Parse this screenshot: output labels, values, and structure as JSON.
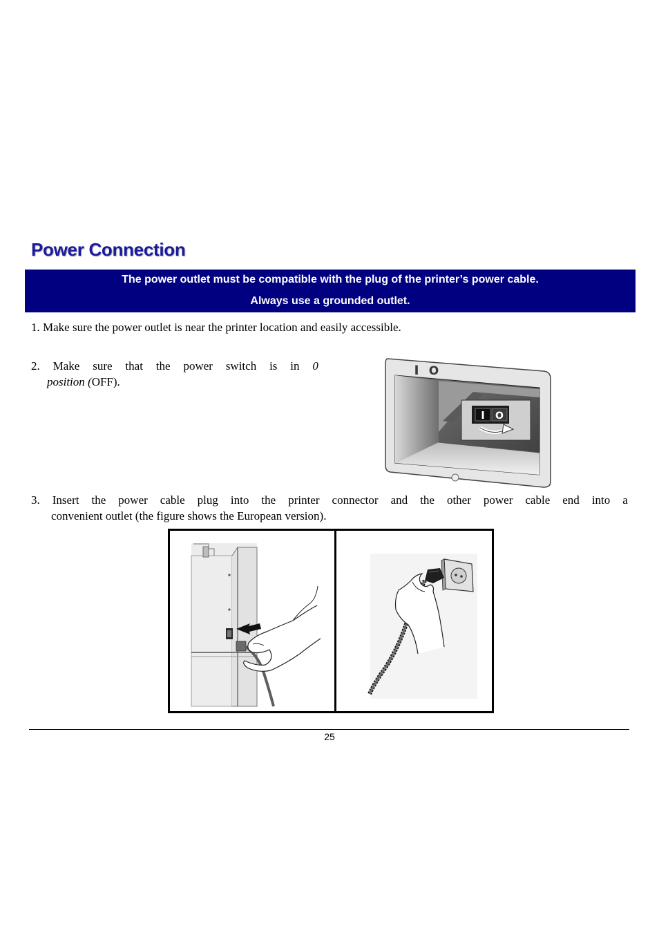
{
  "page": {
    "title": "Power Connection",
    "notice": {
      "line1": "The power outlet must be compatible with the plug of the printer’s power cable.",
      "line2": "Always use a grounded outlet."
    },
    "steps": [
      {
        "number": "1.",
        "text": "Make sure the power outlet is near the printer location and easily accessible."
      },
      {
        "number": "2.",
        "line1_words": [
          "Make",
          "sure",
          "that",
          "the",
          "power",
          "switch",
          "is",
          "in"
        ],
        "italic_value": "0",
        "italic_word": "position (",
        "tail": "OFF)."
      },
      {
        "number": "3.",
        "line1_words": [
          "Insert",
          "the",
          "power",
          "cable",
          "plug",
          "into",
          "the",
          "printer",
          "connector",
          "and",
          "the",
          "other",
          "power",
          "cable",
          "end",
          "into",
          "a"
        ],
        "line2": "convenient outlet (the figure shows the European version)."
      }
    ],
    "switch_symbols": {
      "on": "I",
      "off": "O"
    },
    "page_number": "25"
  }
}
